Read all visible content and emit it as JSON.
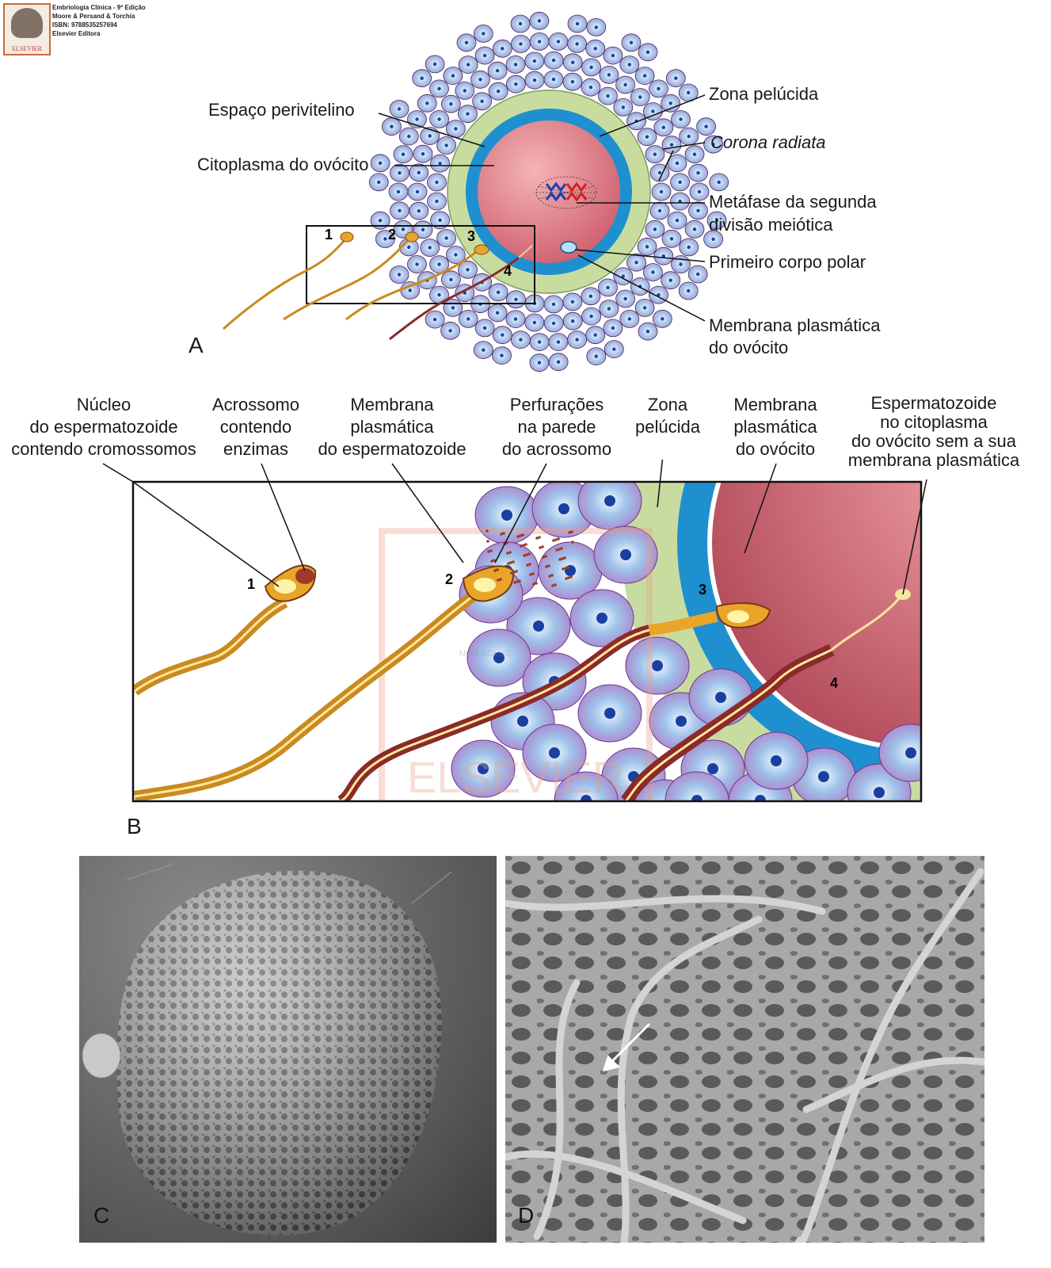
{
  "credit": {
    "lines": [
      "Embriologia Clínica - 9ª Edição",
      "Moore & Persand & Torchia",
      "ISBN: 9788535257694",
      "Elsevier Editora"
    ],
    "logo_text": "ELSEVIER"
  },
  "panel_a": {
    "letter": "A",
    "labels": {
      "perivitelline": "Espaço perivitelino",
      "cytoplasm": "Citoplasma do ovócito",
      "zona": "Zona pelúcida",
      "corona": "Corona radiata",
      "metaphase_1": "Metáfase da segunda",
      "metaphase_2": "divisão meiótica",
      "polar_body": "Primeiro corpo polar",
      "membrane_1": "Membrana plasmática",
      "membrane_2": "do ovócito"
    },
    "sperm_numbers": [
      "1",
      "2",
      "3",
      "4"
    ]
  },
  "panel_b": {
    "letter": "B",
    "labels": {
      "nucleus": [
        "Núcleo",
        "do espermatozoide",
        "contendo cromossomos"
      ],
      "acrosome": [
        "Acrossomo",
        "contendo",
        "enzimas"
      ],
      "sperm_membrane": [
        "Membrana",
        "plasmática",
        "do espermatozoide"
      ],
      "perforations": [
        "Perfurações",
        "na parede",
        "do acrossomo"
      ],
      "zona": [
        "Zona",
        "pelúcida"
      ],
      "oocyte_membrane": [
        "Membrana",
        "plasmática",
        "do ovócito"
      ],
      "sperm_in_cytoplasm": [
        "Espermatozoide",
        "no citoplasma",
        "do ovócito sem a sua",
        "membrana plasmática"
      ]
    },
    "sperm_numbers": [
      "1",
      "2",
      "3",
      "4"
    ],
    "watermark": "ELSEVIER",
    "watermark_motto": "NON SOLUS"
  },
  "panel_c": {
    "letter": "C"
  },
  "panel_d": {
    "letter": "D"
  },
  "colors": {
    "zona": "#c8dca0",
    "perivitelline": "#1e90d0",
    "cytoplasm": "#d9707c",
    "corona_cell": "#c9b3de",
    "sperm": "#e8a52a",
    "sperm_dark": "#8b2a2a"
  }
}
